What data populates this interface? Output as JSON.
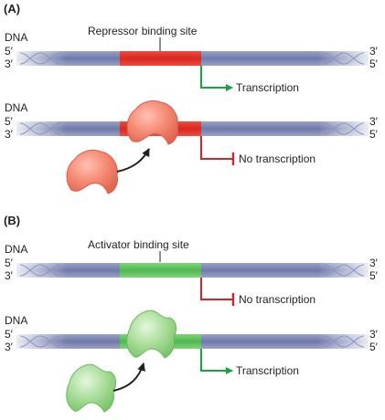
{
  "panel_a": {
    "label": "(A)",
    "dna_label": "DNA",
    "site_label": "Repressor binding site",
    "top_output": "Transcription",
    "bottom_output": "No transcription"
  },
  "panel_b": {
    "label": "(B)",
    "dna_label": "DNA",
    "site_label": "Activator binding site",
    "top_output": "No transcription",
    "bottom_output": "Transcription"
  },
  "strand_ends": {
    "left_top": "5′",
    "left_bottom": "3′",
    "right_top": "3′",
    "right_bottom": "5′"
  },
  "colors": {
    "dna": "#7f88b5",
    "repressor_site": "#e8352b",
    "activator_site": "#5cc05c",
    "repressor_protein": "#f58a74",
    "activator_protein": "#a9dd9a",
    "arrow_on": "#18a33e",
    "arrow_off": "#d2242b"
  }
}
